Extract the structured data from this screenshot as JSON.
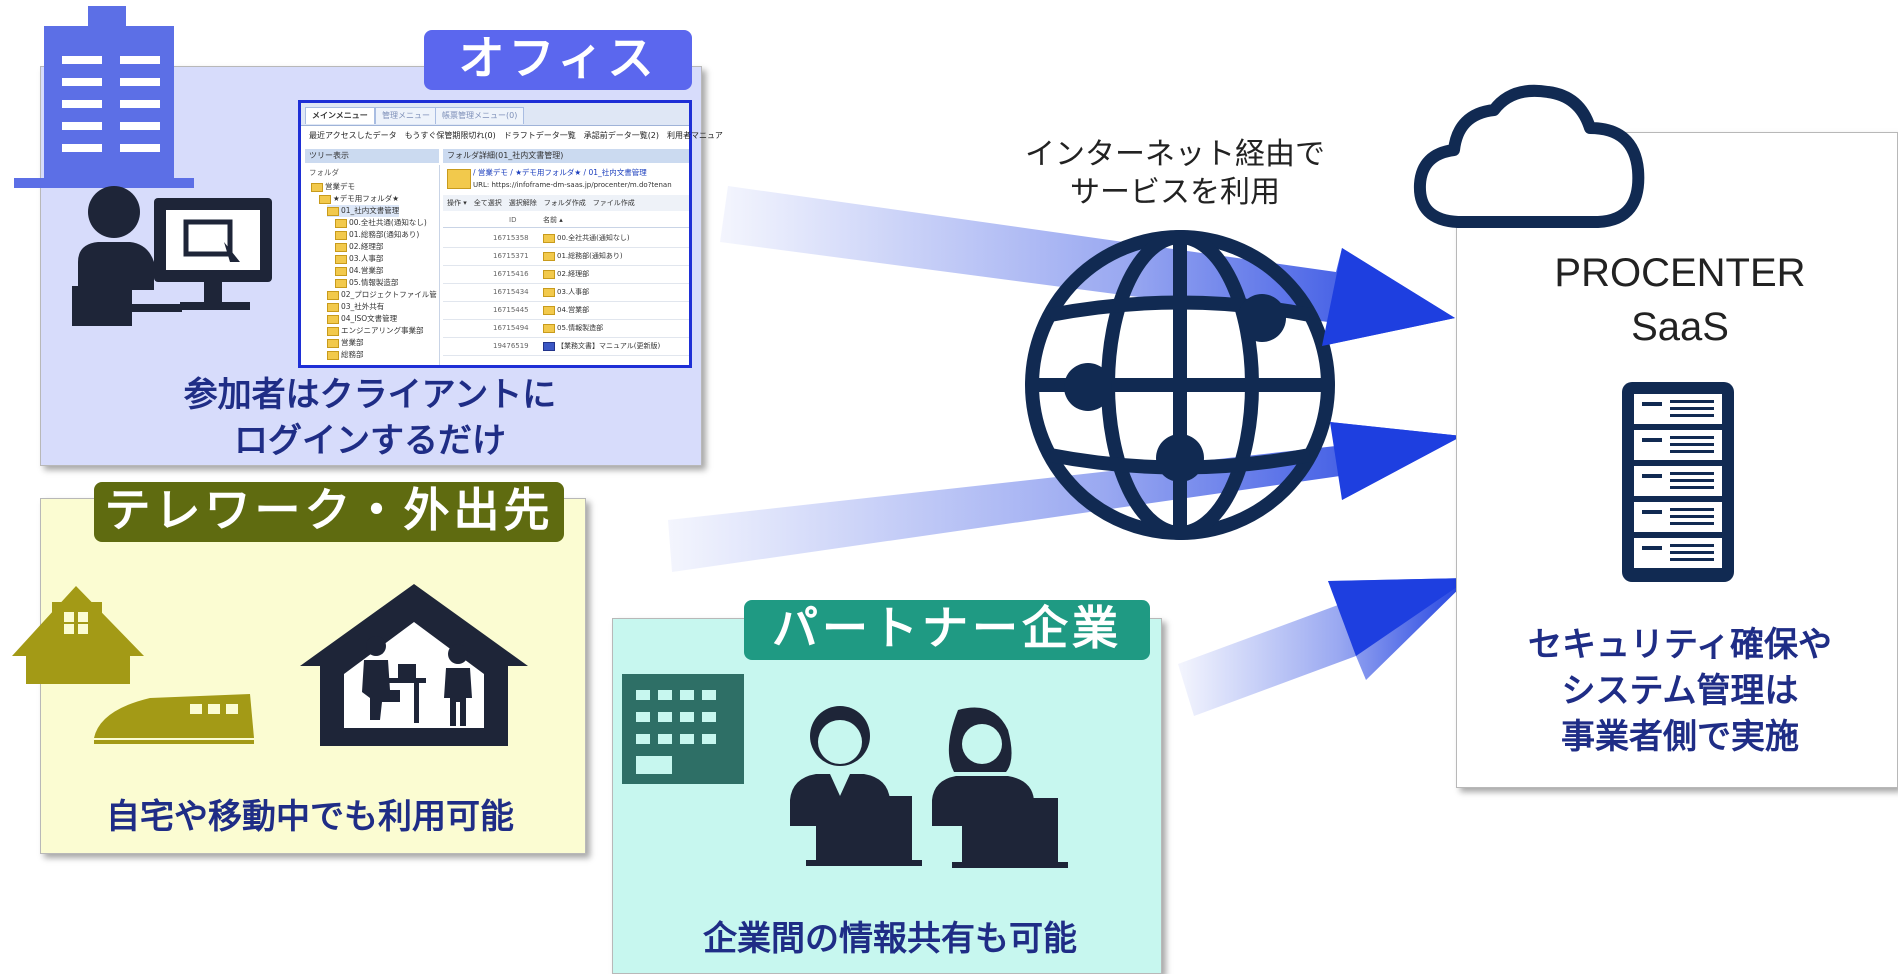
{
  "office": {
    "title": "オフィス",
    "caption_line1": "参加者はクライアントに",
    "caption_line2": "ログインするだけ",
    "colors": {
      "panel": "#d7dcfb",
      "tag": "#5b67ee",
      "icon": "#5c6fe6",
      "dark": "#1e2538"
    },
    "screenshot": {
      "tabs": [
        "メインメニュー",
        "管理メニュー",
        "帳票管理メニュー(0)"
      ],
      "toolbar": "最近アクセスしたデータ　もうすぐ保管期限切れ(0)　ドラフトデータ一覧　承認前データ一覧(2)　利用者マニュア",
      "left_header": "ツリー表示",
      "left_sub": "フォルダ",
      "tree": [
        "営業デモ",
        "★デモ用フォルダ★",
        "01_社内文書管理",
        "00.全社共通(通知なし)",
        "01.総務部(通知あり)",
        "02.経理部",
        "03.人事部",
        "04.営業部",
        "05.情報製造部",
        "02_プロジェクトファイル管",
        "03_社外共有",
        "04_ISO文書管理",
        "エンジニアリング事業部",
        "営業部",
        "総務部"
      ],
      "right_header": "フォルダ詳細(01_社内文書管理)",
      "path": "/ 営業デモ / ★デモ用フォルダ★ / 01_社内文書管理",
      "url": "URL:  https://infoframe-dm-saas.jp/procenter/m.do?tenan",
      "grid_toolbar": "操作 ▾　全て選択　選択解除　フォルダ作成　ファイル作成",
      "col_id": "ID",
      "col_name": "名前 ▴",
      "rows": [
        {
          "id": "16715358",
          "name": "00.全社共通(通知なし)"
        },
        {
          "id": "16715371",
          "name": "01.総務部(通知あり)"
        },
        {
          "id": "16715416",
          "name": "02.経理部"
        },
        {
          "id": "16715434",
          "name": "03.人事部"
        },
        {
          "id": "16715445",
          "name": "04.営業部"
        },
        {
          "id": "16715494",
          "name": "05.情報製造部"
        },
        {
          "id": "19476519",
          "name": "【業務文書】マニュアル(更新版)"
        }
      ]
    }
  },
  "telework": {
    "title": "テレワーク・外出先",
    "caption": "自宅や移動中でも利用可能",
    "colors": {
      "panel": "#fbfcd2",
      "tag": "#5f6b10",
      "icon": "#a39a16",
      "dark": "#1e2538"
    }
  },
  "partner": {
    "title": "パートナー企業",
    "caption": "企業間の情報共有も可能",
    "colors": {
      "panel": "#c7f7ef",
      "tag": "#1f9a83",
      "icon": "#2e6f66",
      "dark": "#1e2538"
    }
  },
  "internet": {
    "label_line1": "インターネット経由で",
    "label_line2": "サービスを利用",
    "globe_color": "#112a52",
    "arrow_color": "#1e3fe0"
  },
  "saas": {
    "name_line1": "PROCENTER",
    "name_line2": "SaaS",
    "desc_line1": "セキュリティ確保や",
    "desc_line2": "システム管理は",
    "desc_line3": "事業者側で実施",
    "colors": {
      "text": "#1f2d86",
      "icon": "#112a52"
    }
  }
}
